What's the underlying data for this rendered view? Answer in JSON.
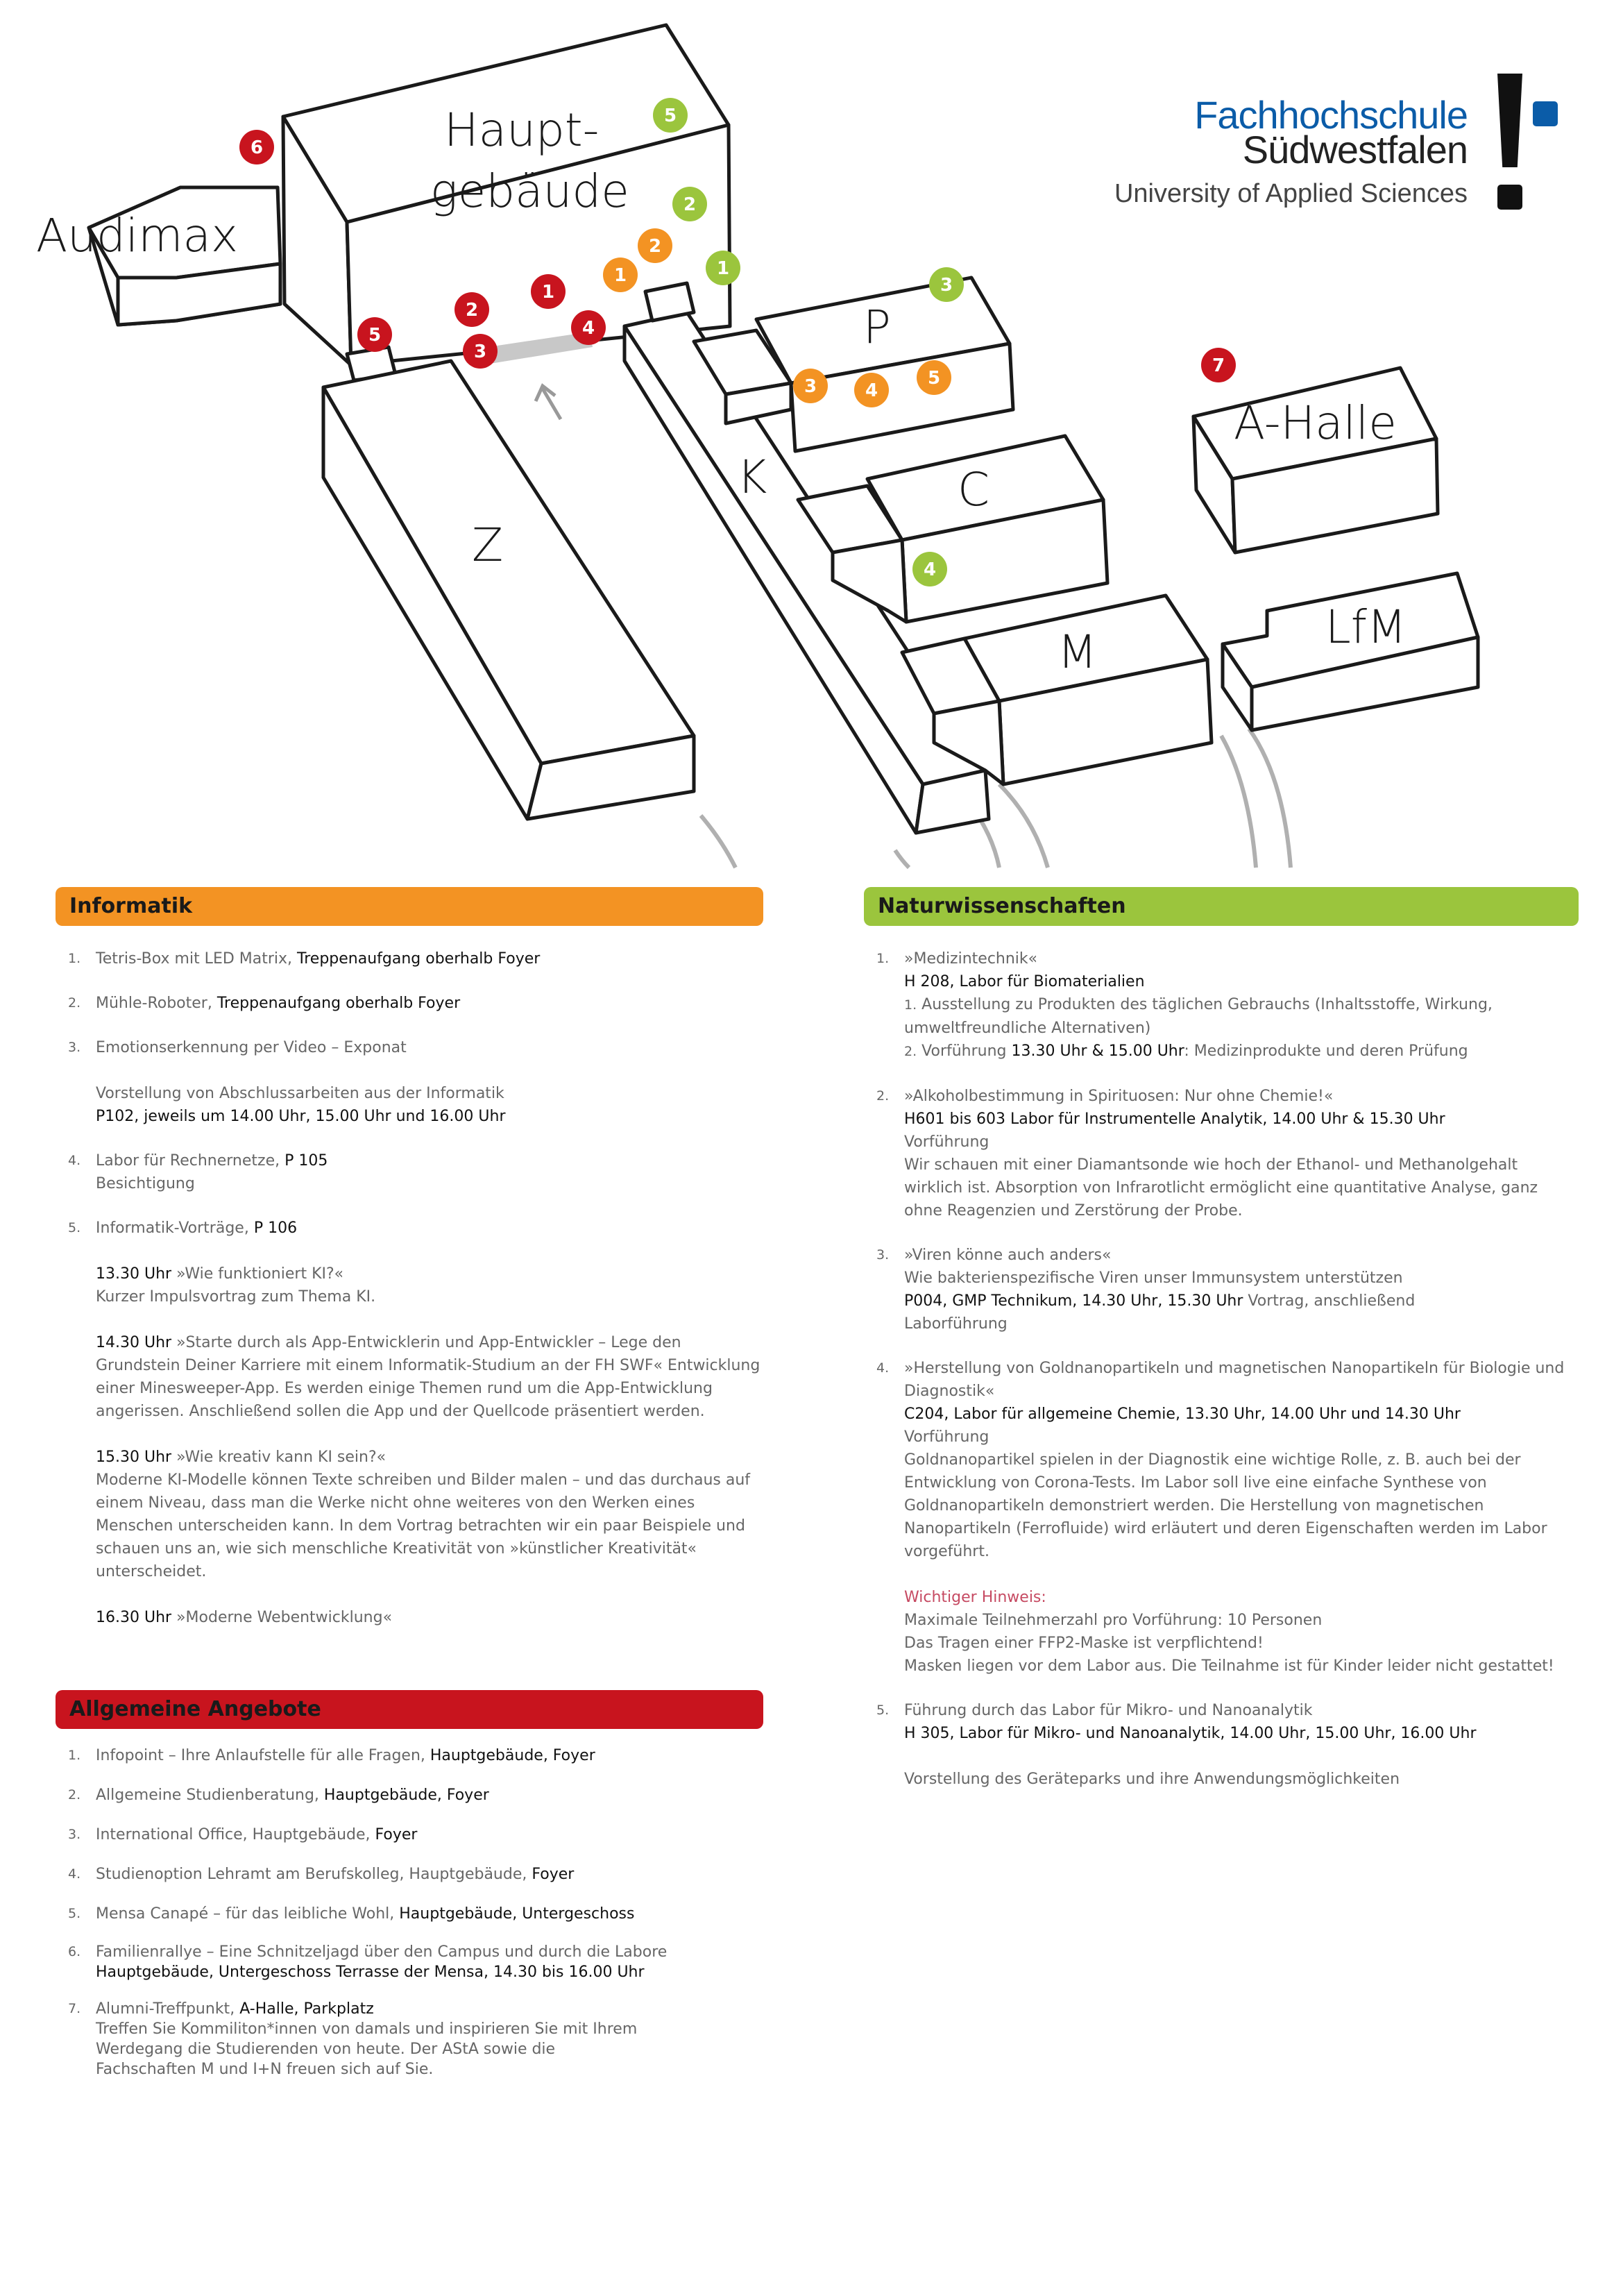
{
  "map": {
    "buildings": {
      "hauptgebaeude": "Haupt-\ngebäude",
      "audimax": "Audimax",
      "z": "Z",
      "k": "K",
      "p": "P",
      "c": "C",
      "m": "M",
      "a_halle": "A-Halle",
      "lfm": "LfM"
    },
    "marker_colors": {
      "red": "#c8141e",
      "orange": "#f39323",
      "green": "#9bc53d"
    }
  },
  "logo": {
    "line1": "Fachhochschule",
    "line2": "Südwestfalen",
    "line3": "University of Applied Sciences",
    "brand_color": "#0b5ca8"
  },
  "informatik": {
    "title": "Informatik",
    "color": "#f39323",
    "items": [
      {
        "num": "1.",
        "pre": "Tetris-Box mit LED Matrix, ",
        "bold": "Treppenaufgang oberhalb Foyer"
      },
      {
        "num": "2.",
        "pre": "Mühle-Roboter, ",
        "bold": "Treppenaufgang oberhalb Foyer"
      },
      {
        "num": "3.",
        "line1": "Emotionserkennung per Video – Exponat",
        "line2": "Vorstellung von Abschlussarbeiten aus der Informatik",
        "line3": "P102, jeweils um 14.00 Uhr, 15.00 Uhr und 16.00 Uhr"
      },
      {
        "num": "4.",
        "pre": "Labor für Rechnernetze, ",
        "bold": "P 105",
        "line2": "Besichtigung"
      },
      {
        "num": "5.",
        "pre": "Informatik-Vorträge, ",
        "bold": "P 106",
        "talk1_time": "13.30 Uhr",
        "talk1_title": " »Wie funktioniert KI?«",
        "talk1_desc": "Kurzer Impulsvortrag zum Thema KI.",
        "talk2_time": "14.30 Uhr",
        "talk2_title": " »Starte durch als App-Entwicklerin und App-Entwickler – Lege den",
        "talk2_desc": "Grundstein Deiner Karriere mit einem Informatik-Studium an der FH SWF« Entwicklung einer Minesweeper-App. Es werden einige Themen rund um die App-Entwicklung angerissen. Anschließend sollen die App und der Quellcode präsentiert werden.",
        "talk3_time": "15.30 Uhr",
        "talk3_title": " »Wie kreativ kann KI sein?«",
        "talk3_desc": "Moderne KI-Modelle können Texte schreiben und Bilder malen – und das durchaus auf einem Niveau, dass man die Werke nicht ohne weiteres von den Werken eines Menschen unterscheiden kann. In dem Vortrag betrachten wir ein paar Beispiele und schauen uns an, wie sich menschliche Kreativität von »künstlicher Kreativität« unterscheidet.",
        "talk4_time": "16.30 Uhr",
        "talk4_title": " »Moderne Webentwicklung«"
      }
    ]
  },
  "allgemein": {
    "title": "Allgemeine Angebote",
    "color": "#c8141e",
    "items": [
      {
        "num": "1.",
        "pre": "Infopoint – Ihre Anlaufstelle für alle Fragen, ",
        "bold": "Hauptgebäude, Foyer"
      },
      {
        "num": "2.",
        "pre": "Allgemeine Studienberatung, ",
        "bold": "Hauptgebäude, Foyer"
      },
      {
        "num": "3.",
        "pre": "International Office, Hauptgebäude, ",
        "bold": "Foyer"
      },
      {
        "num": "4.",
        "pre": "Studienoption Lehramt am Berufskolleg, Hauptgebäude, ",
        "bold": "Foyer"
      },
      {
        "num": "5.",
        "pre": "Mensa Canapé – für das leibliche Wohl, ",
        "bold": "Hauptgebäude, Untergeschoss"
      },
      {
        "num": "6.",
        "pre": "Familienrallye – Eine Schnitzeljagd über den Campus und durch die Labore",
        "bold": "Hauptgebäude, Untergeschoss Terrasse der Mensa, 14.30 bis 16.00 Uhr"
      },
      {
        "num": "7.",
        "pre": "Alumni-Treffpunkt, ",
        "bold": "A-Halle, Parkplatz",
        "desc": "Treffen Sie Kommiliton*innen von damals und inspirieren Sie mit Ihrem Werdegang die Studierenden von heute. Der AStA sowie die Fachschaften M und I+N freuen sich auf Sie."
      }
    ]
  },
  "natur": {
    "title": "Naturwissenschaften",
    "color": "#9bc53d",
    "items": [
      {
        "num": "1.",
        "line1": "»Medizintechnik«",
        "bold": "H 208, Labor für Biomaterialien",
        "sub1_num": "1.",
        "sub1": "Ausstellung zu Produkten des täglichen Gebrauchs (Inhaltsstoffe, Wirkung, umweltfreundliche Alternativen)",
        "sub2_num": "2.",
        "sub2_pre": "Vorführung ",
        "sub2_bold": "13.30 Uhr & 15.00 Uhr",
        "sub2_post": ": Medizinprodukte und deren Prüfung"
      },
      {
        "num": "2.",
        "line1": "»Alkoholbestimmung in Spirituosen: Nur ohne Chemie!«",
        "bold": "H601 bis 603 Labor für Instrumentelle Analytik, 14.00 Uhr & 15.30 Uhr",
        "line2": "Vorführung",
        "desc": "Wir schauen mit einer Diamantsonde wie hoch der Ethanol- und Methanolgehalt wirklich ist. Absorption von Infrarotlicht ermöglicht eine quantitative Analyse, ganz ohne Reagenzien und Zerstörung der Probe."
      },
      {
        "num": "3.",
        "line1": "»Viren könne auch anders«",
        "line2": "Wie bakterienspezifische Viren unser Immunsystem unterstützen",
        "bold": "P004, GMP Technikum, 14.30 Uhr, 15.30 Uhr",
        "post": " Vortrag, anschließend",
        "line3": "Laborführung"
      },
      {
        "num": "4.",
        "line1": "»Herstellung von Goldnanopartikeln und magnetischen Nanopartikeln für Biologie und Diagnostik«",
        "bold": "C204, Labor für allgemeine Chemie, 13.30 Uhr, 14.00 Uhr und 14.30 Uhr",
        "line2": "Vorführung",
        "desc": "Goldnanopartikel spielen in der Diagnostik eine wichtige Rolle, z. B. auch bei der Entwicklung von Corona-Tests. Im Labor soll live eine einfache Synthese von Goldnanopartikeln demonstriert werden. Die Herstellung von magnetischen Nanopartikeln (Ferrofluide) wird erläutert und deren Eigenschaften werden im Labor vorgeführt.",
        "hint_title": "Wichtiger Hinweis:",
        "hint1": "Maximale Teilnehmerzahl pro Vorführung: 10 Personen",
        "hint2": "Das Tragen einer FFP2-Maske ist verpflichtend!",
        "hint3": "Masken liegen vor dem Labor aus. Die Teilnahme ist für Kinder leider nicht gestattet!"
      },
      {
        "num": "5.",
        "line1": "Führung durch das Labor für Mikro- und Nanoanalytik",
        "bold": "H 305, Labor für Mikro- und Nanoanalytik, 14.00 Uhr, 15.00 Uhr, 16.00 Uhr",
        "line2": "Vorstellung des Geräteparks und ihre Anwendungsmöglichkeiten"
      }
    ]
  }
}
